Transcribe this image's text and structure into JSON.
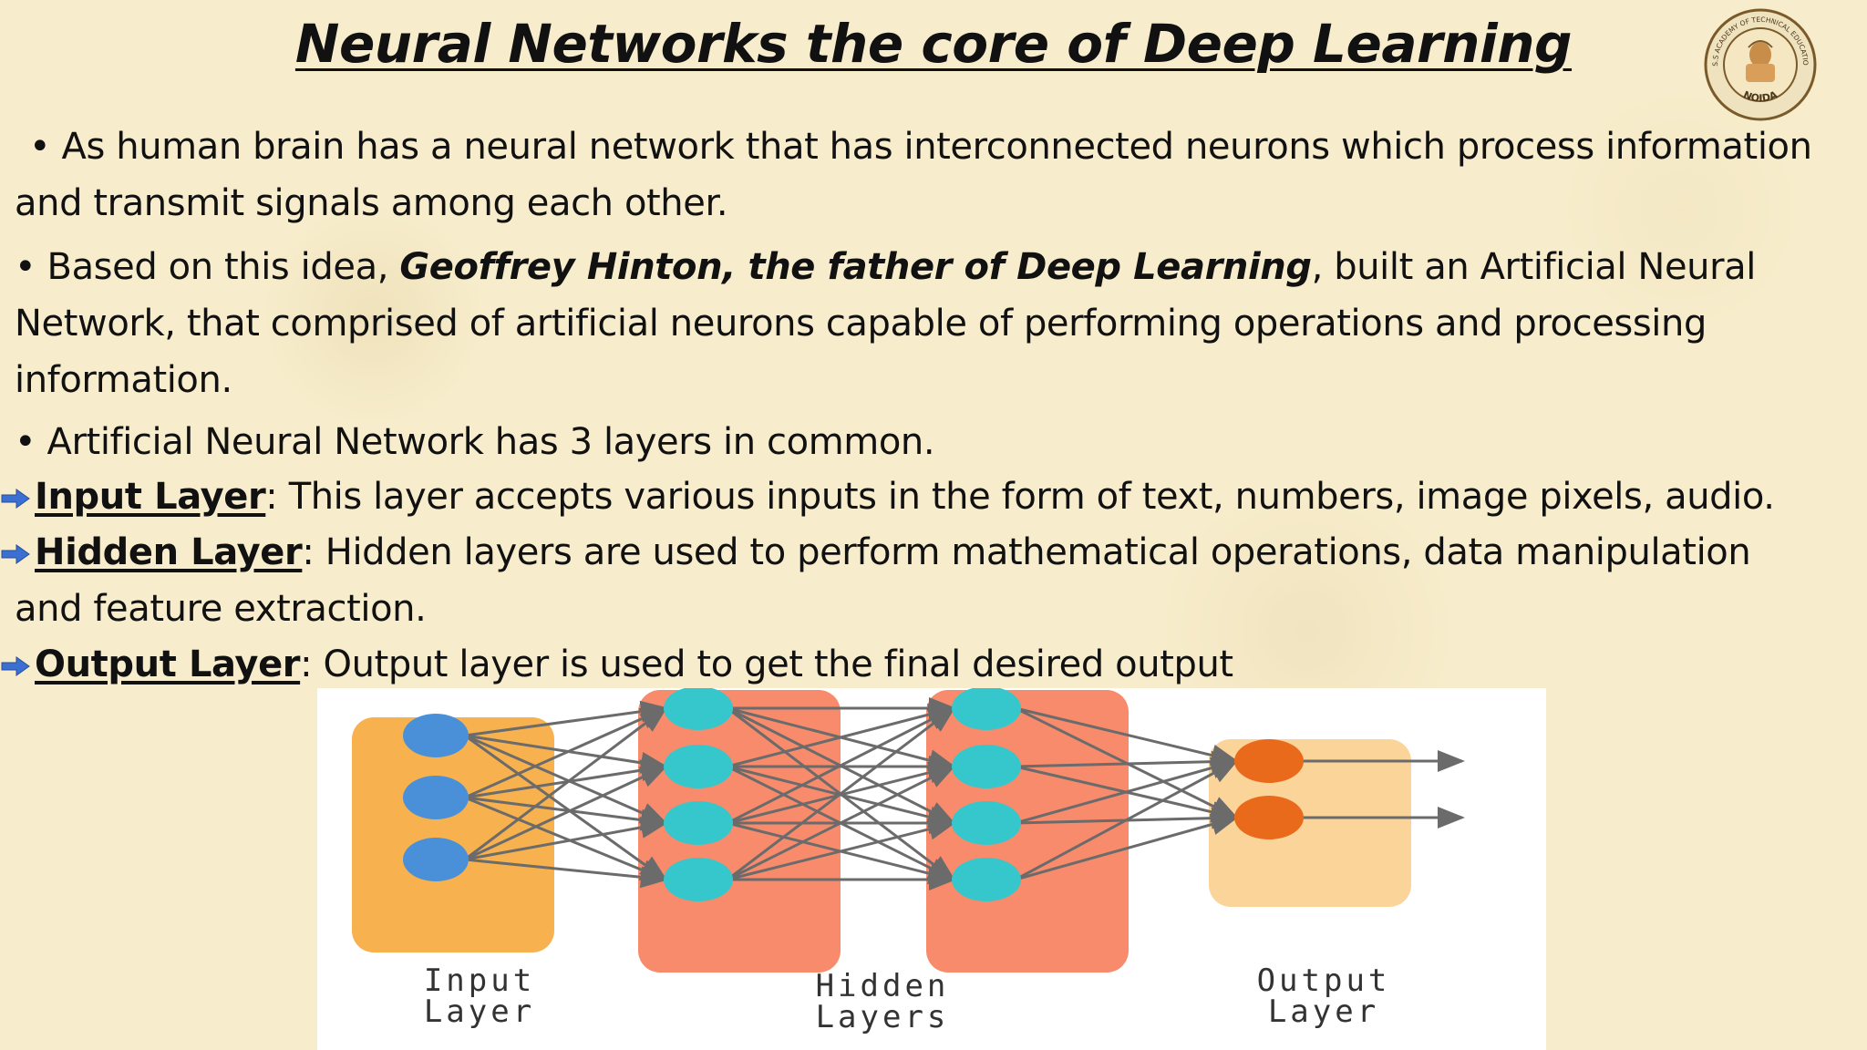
{
  "slide": {
    "title": "Neural Networks the core of Deep Learning",
    "seal": {
      "top_text": "J.S.S ACADEMY OF TECHNICAL EDUCATION",
      "bottom_text": "NOIDA",
      "icon": "institute-seal-icon"
    },
    "bullets": [
      {
        "bullet": "•",
        "text": "As human brain has a neural network that has interconnected neurons which process information and transmit signals among each other."
      },
      {
        "bullet": "•",
        "text_before": "Based on this idea, ",
        "emphasis": "Geoffrey Hinton, the father of Deep Learning",
        "text_after": ", built an Artificial Neural Network, that comprised of artificial neurons capable of performing operations and processing information."
      },
      {
        "bullet": "•",
        "text": "Artificial Neural Network has 3 layers in common."
      }
    ],
    "layers": [
      {
        "name": "Input Layer",
        "description": ": This layer accepts various inputs in the form of text, numbers, image pixels, audio."
      },
      {
        "name": "Hidden Layer",
        "description": ": Hidden layers are used to perform mathematical operations, data manipulation"
      },
      {
        "name": "Output Layer",
        "description": ": Output layer is used to get the final desired output"
      }
    ],
    "hidden_continuation": "and feature extraction.",
    "arrow_icon": "right-arrow-icon",
    "diagram": {
      "labels": {
        "input_line1": "Input",
        "input_line2": "Layer",
        "hidden_line1": "Hidden",
        "hidden_line2": "Layers",
        "output_line1": "Output",
        "output_line2": "Layer"
      },
      "node_counts": {
        "input": 3,
        "hidden1": 4,
        "hidden2": 4,
        "output": 2
      },
      "colors": {
        "input_panel": "#f7b14e",
        "hidden_panel": "#f78b6c",
        "output_panel": "#fbd49a",
        "input_node": "#4a90d9",
        "hidden_node": "#36c7cc",
        "output_node": "#ea6a1c",
        "edge": "#6b6b6b"
      }
    }
  }
}
